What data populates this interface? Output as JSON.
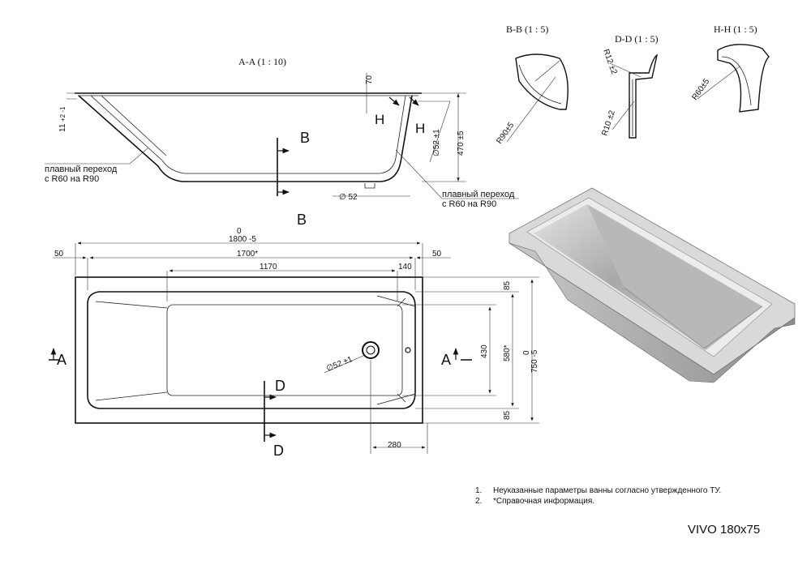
{
  "section_labels": {
    "aa": "A-A  (1 : 10)",
    "bb": "B-B  (1 : 5)",
    "dd": "D-D  (1 : 5)",
    "hh": "H-H  (1 : 5)"
  },
  "section_aa": {
    "dim_70": "70",
    "dim_11": "11 +2\n     -1",
    "dim_11_main": "11",
    "dim_11_tol": "+2  -1",
    "dim_470": "470 ±5",
    "dim_d52_1": "∅52 ±1",
    "dim_d52": "∅ 52",
    "marker_b": "B",
    "marker_h": "H",
    "note_left_1": "плавный переход",
    "note_left_2": "с R60 на R90",
    "note_right_1": "плавный переход",
    "note_right_2": "с R60 на R90"
  },
  "details": {
    "bb_radius": "R90±5",
    "dd_radius_top": "R12 ±2",
    "dd_radius_bottom": "R10 ±2",
    "hh_radius": "R60±5"
  },
  "plan": {
    "dim_0": "0",
    "dim_1800": "1800 -5",
    "dim_1700": "1700*",
    "dim_1170": "1170",
    "dim_140": "140",
    "dim_50_left": "50",
    "dim_50_right": "50",
    "dim_85_top": "85",
    "dim_85_bottom": "85",
    "dim_430": "430",
    "dim_580": "580*",
    "dim_750_0": "0",
    "dim_750": "750 -5",
    "dim_280": "280",
    "drain": "∅52 ±1",
    "marker_a": "A",
    "marker_d": "D"
  },
  "notes": [
    {
      "num": "1.",
      "text": "Неуказанные параметры ванны согласно утвержденного ТУ."
    },
    {
      "num": "2.",
      "text": "*Справочная информация."
    }
  ],
  "model_title": "VIVO 180x75"
}
